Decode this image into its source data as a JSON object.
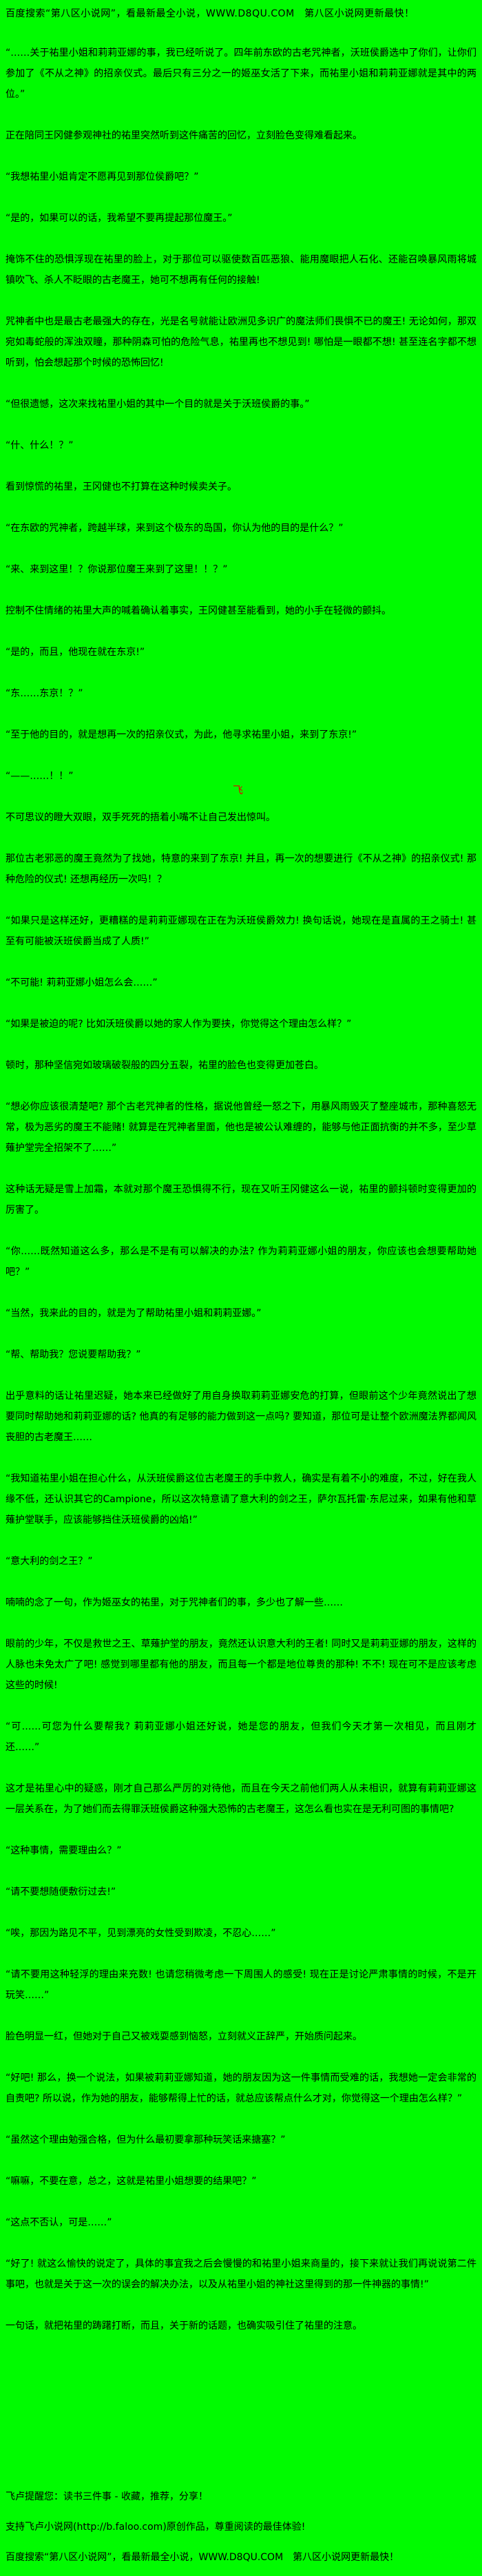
{
  "page": {
    "bg_color": "#00fb00",
    "text_color": "#000000",
    "watermark_color": "#e80000"
  },
  "header": {
    "banner": "百度搜索“第八区小说网”，看最新最全小说，WWW.D8QU.COM　第八区小说网更新最快！"
  },
  "watermark": {
    "glyph": "飞"
  },
  "content": {
    "paragraphs": [
      "“……关于祐里小姐和莉莉亚娜的事，我已经听说了。四年前东欧的古老咒神者，沃班侯爵选中了你们，让你们参加了《不从之神》的招亲仪式。最后只有三分之一的姬巫女活了下来，而祐里小姐和莉莉亚娜就是其中的两位。”",
      "正在陪同王冈健参观神社的祐里突然听到这件痛苦的回忆，立刻脸色变得难看起来。",
      "“我想祐里小姐肯定不愿再见到那位侯爵吧？”",
      "“是的，如果可以的话，我希望不要再提起那位魔王。”",
      "掩饰不住的恐惧浮现在祐里的脸上，对于那位可以驱使数百匹恶狼、能用魔眼把人石化、还能召唤暴风雨将城镇吹飞、杀人不眨眼的古老魔王，她可不想再有任何的接触!",
      "咒神者中也是最古老最强大的存在，光是名号就能让欧洲见多识广的魔法师们畏惧不已的魔王! 无论如何，那双宛如毒蛇般的浑浊双瞳，那种阴森可怕的危险气息，祐里再也不想见到! 哪怕是一眼都不想! 甚至连名字都不想听到，怕会想起那个时候的恐怖回忆!",
      "“但很遗憾，这次来找祐里小姐的其中一个目的就是关于沃班侯爵的事。”",
      "“什、什么！？”",
      "看到惊慌的祐里，王冈健也不打算在这种时候卖关子。",
      "“在东欧的咒神者，跨越半球，来到这个极东的岛国，你认为他的目的是什么？”",
      "“来、来到这里！？你说那位魔王来到了这里！！？”",
      "控制不住情绪的祐里大声的喊着确认着事实，王冈健甚至能看到，她的小手在轻微的颤抖。",
      "“是的，而且，他现在就在东京!”",
      "“东……东京！？”",
      "“至于他的目的，就是想再一次的招亲仪式，为此，他寻求祐里小姐，来到了东京!”",
      "“——……！！”",
      "不可思议的瞪大双眼，双手死死的捂着小嘴不让自己发出惊叫。",
      "那位古老邪恶的魔王竟然为了找她，特意的来到了东京! 并且，再一次的想要进行《不从之神》的招亲仪式! 那种危险的仪式! 还想再经历一次吗！？",
      "“如果只是这样还好，更糟糕的是莉莉亚娜现在正在为沃班侯爵效力! 换句话说，她现在是直属的王之骑士! 甚至有可能被沃班侯爵当成了人质!”",
      "“不可能! 莉莉亚娜小姐怎么会……”",
      "“如果是被迫的呢? 比如沃班侯爵以她的家人作为要挟，你觉得这个理由怎么样？”",
      "顿时，那种坚信宛如玻璃破裂般的四分五裂，祐里的脸色也变得更加苍白。",
      "“想必你应该很清楚吧? 那个古老咒神者的性格，据说他曾经一怒之下，用暴风雨毁灭了整座城市，那种喜怒无常，极为恶劣的魔王不能赌! 就算是在咒神者里面，他也是被公认难缠的，能够与他正面抗衡的并不多，至少草薙护堂完全招架不了……”",
      "这种话无疑是雪上加霜，本就对那个魔王恐惧得不行，现在又听王冈健这么一说，祐里的颤抖顿时变得更加的厉害了。",
      "“你……既然知道这么多，那么是不是有可以解决的办法? 作为莉莉亚娜小姐的朋友，你应该也会想要帮助她吧？”",
      "“当然，我来此的目的，就是为了帮助祐里小姐和莉莉亚娜。”",
      "“帮、帮助我？您说要帮助我？”",
      "出乎意料的话让祐里迟疑，她本来已经做好了用自身换取莉莉亚娜安危的打算，但眼前这个少年竟然说出了想要同时帮助她和莉莉亚娜的话? 他真的有足够的能力做到这一点吗? 要知道，那位可是让整个欧洲魔法界都闻风丧胆的古老魔王……",
      "“我知道祐里小姐在担心什么，从沃班侯爵这位古老魔王的手中救人，确实是有着不小的难度，不过，好在我人缘不低，还认识其它的Campione，所以这次特意请了意大利的剑之王，萨尔瓦托雷·东尼过来，如果有他和草薙护堂联手，应该能够挡住沃班侯爵的凶焰!”",
      "“意大利的剑之王？”",
      "喃喃的念了一句，作为姬巫女的祐里，对于咒神者们的事，多少也了解一些……",
      "眼前的少年，不仅是救世之王、草薙护堂的朋友，竟然还认识意大利的王者! 同时又是莉莉亚娜的朋友，这样的人脉也未免太广了吧! 感觉到哪里都有他的朋友，而且每一个都是地位尊贵的那种! 不不! 现在可不是应该考虑这些的时候!",
      "“可……可您为什么要帮我? 莉莉亚娜小姐还好说，她是您的朋友，但我们今天才第一次相见，而且刚才还……”",
      "这才是祐里心中的疑惑，刚才自己那么严厉的对待他，而且在今天之前他们两人从未相识，就算有莉莉亚娜这一层关系在，为了她们而去得罪沃班侯爵这种强大恐怖的古老魔王，这怎么看也实在是无利可图的事情吧?",
      "“这种事情，需要理由么？”",
      "“请不要想随便敷衍过去!”",
      "“唉，那因为路见不平，见到漂亮的女性受到欺凌，不忍心……”",
      "“请不要用这种轻浮的理由来充数! 也请您稍微考虑一下周围人的感受! 现在正是讨论严肃事情的时候，不是开玩笑……”",
      "脸色明显一红，但她对于自己又被戏耍感到恼怒，立刻就义正辞严，开始质问起来。",
      "“好吧! 那么，换一个说法，如果被莉莉亚娜知道，她的朋友因为这一件事情而受难的话，我想她一定会非常的自责吧? 所以说，作为她的朋友，能够帮得上忙的话，就总应该帮点什么才对，你觉得这一个理由怎么样？”",
      "“虽然这个理由勉强合格，但为什么最初要拿那种玩笑话来搪塞？”",
      "“嘛嘛，不要在意，总之，这就是祐里小姐想要的结果吧？”",
      "“这点不否认，可是……”",
      "“好了! 就这么愉快的说定了，具体的事宜我之后会慢慢的和祐里小姐来商量的，接下来就让我们再说说第二件事吧，也就是关于这一次的误会的解决办法，以及从祐里小姐的神社这里得到的那一件神器的事情!”",
      "一句话，就把祐里的踌躇打断，而且，关于新的话题，也确实吸引住了祐里的注意。"
    ]
  },
  "footer": {
    "reminder": "飞卢提醒您：读书三件事 - 收藏，推荐，分享！",
    "support": "支持飞卢小说网(http://b.faloo.com)原创作品，尊重阅读的最佳体验!",
    "banner": "百度搜索“第八区小说网”，看最新最全小说，WWW.D8QU.COM　第八区小说网更新最快！"
  }
}
